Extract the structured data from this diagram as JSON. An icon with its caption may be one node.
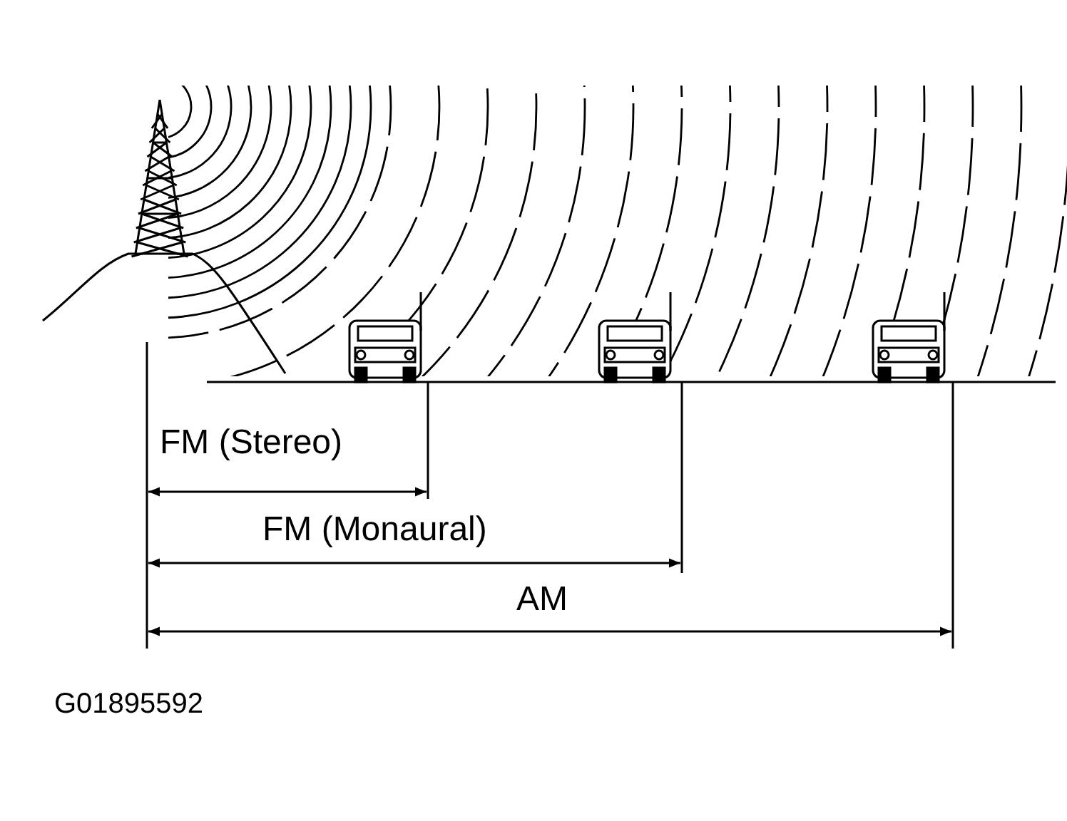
{
  "diagram": {
    "labels": [
      "FM (Stereo)",
      "FM (Monaural)",
      "AM",
      "G01895592"
    ]
  }
}
